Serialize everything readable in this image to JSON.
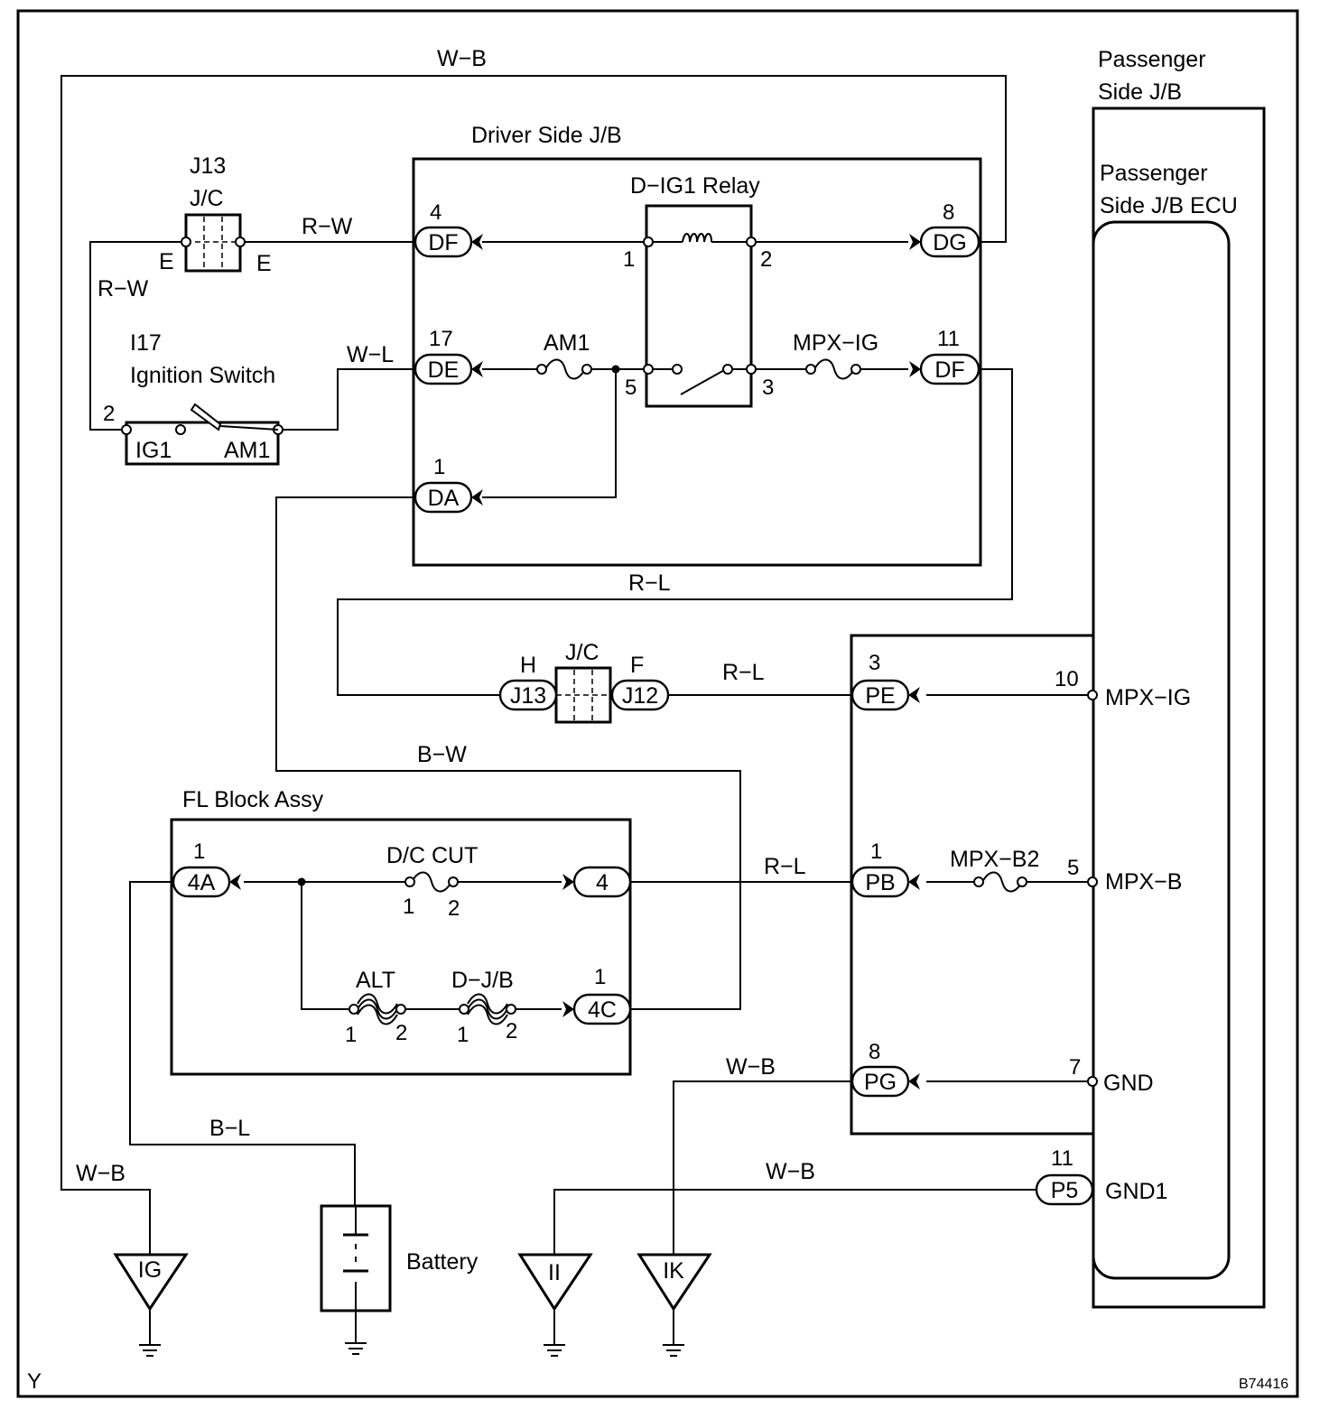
{
  "wires": {
    "wb_top": "W−B",
    "rw_j13": "R−W",
    "rw_left": "R−W",
    "wl": "W−L",
    "rl_top": "R−L",
    "rl_jc": "R−L",
    "bw": "B−W",
    "rl_fl": "R−L",
    "wb_pg": "W−B",
    "bl": "B−L",
    "wb_left": "W−B",
    "wb_p5": "W−B"
  },
  "driver_jb": {
    "title": "Driver Side J/B",
    "relay_title": "D−IG1 Relay",
    "pin_df_top_num": "4",
    "pin_df_top": "DF",
    "pin_de_num": "17",
    "pin_de": "DE",
    "pin_da_num": "1",
    "pin_da": "DA",
    "pin_dg_num": "8",
    "pin_dg": "DG",
    "pin_df_right_num": "11",
    "pin_df_right": "DF",
    "fuse_am1": "AM1",
    "fuse_mpxig": "MPX−IG",
    "relay_pin_1": "1",
    "relay_pin_2": "2",
    "relay_pin_3": "3",
    "relay_pin_5": "5"
  },
  "j13_top": {
    "id": "J13",
    "type": "J/C",
    "left_pin": "E",
    "right_pin": "E"
  },
  "ignition": {
    "id": "I17",
    "name": "Ignition Switch",
    "pin": "2",
    "ig1": "IG1",
    "am1": "AM1"
  },
  "jc_mid": {
    "type": "J/C",
    "left_letter": "H",
    "right_letter": "F",
    "left_conn": "J13",
    "right_conn": "J12"
  },
  "passenger_jb": {
    "title_line1": "Passenger",
    "title_line2": "Side J/B",
    "ecu_line1": "Passenger",
    "ecu_line2": "Side J/B ECU",
    "pe_num": "3",
    "pe": "PE",
    "pb_num": "1",
    "pb": "PB",
    "pg_num": "8",
    "pg": "PG",
    "fuse_mpxb2": "MPX−B2",
    "pin_10": "10",
    "mpx_ig": "MPX−IG",
    "pin_5": "5",
    "mpx_b": "MPX−B",
    "pin_7": "7",
    "gnd": "GND",
    "pin_11": "11",
    "p5": "P5",
    "gnd1": "GND1"
  },
  "fl_block": {
    "title": "FL Block Assy",
    "pin_4a_num": "1",
    "pin_4a": "4A",
    "pin_4": "4",
    "pin_4c_num": "1",
    "pin_4c": "4C",
    "fuse_dc_cut": "D/C CUT",
    "dc_pin1": "1",
    "dc_pin2": "2",
    "fuse_alt": "ALT",
    "alt_pin1": "1",
    "alt_pin2": "2",
    "fuse_djb": "D−J/B",
    "djb_pin1": "1",
    "djb_pin2": "2"
  },
  "grounds": {
    "ig": "IG",
    "ii": "II",
    "ik": "IK"
  },
  "battery": "Battery",
  "corner_left": "Y",
  "corner_right": "B74416"
}
